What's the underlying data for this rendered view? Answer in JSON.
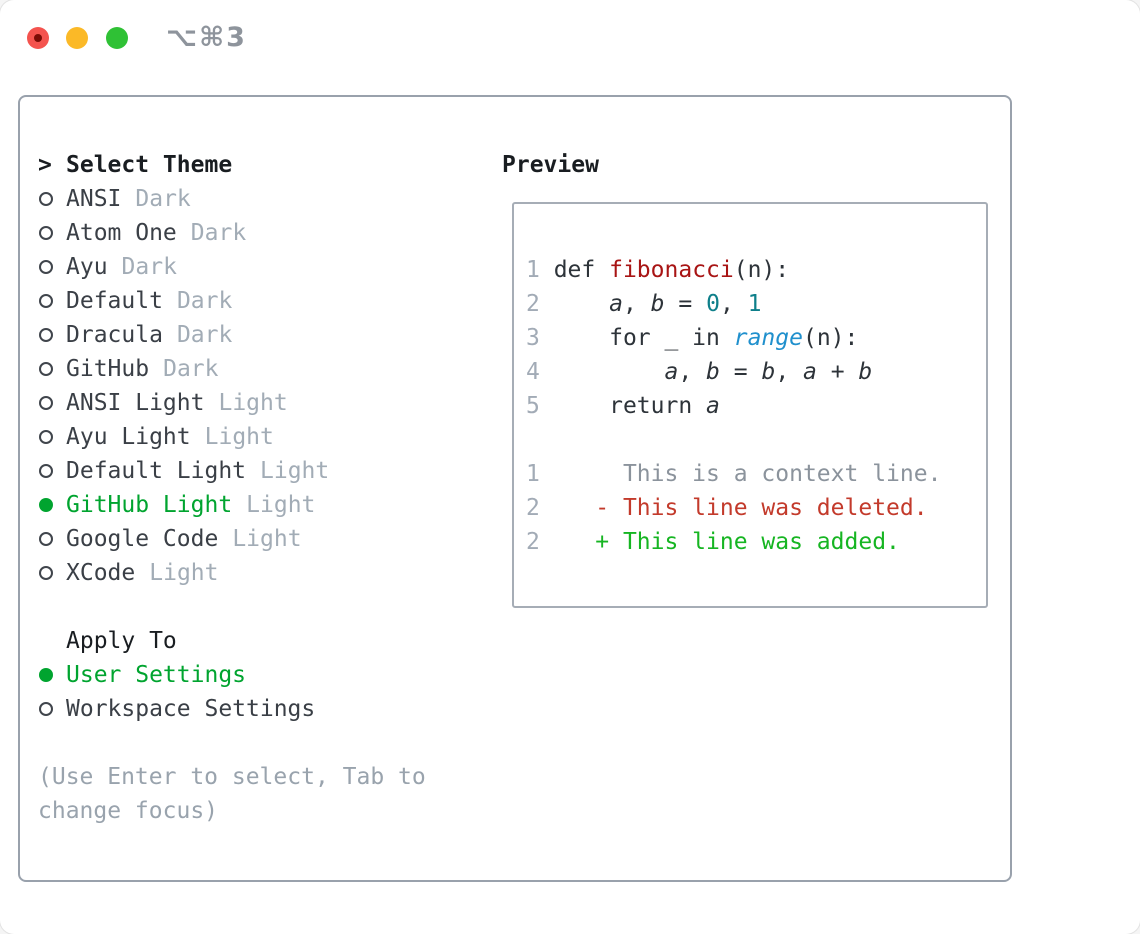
{
  "window": {
    "title": "⌥⌘3",
    "controls": [
      {
        "name": "close",
        "color": "#f4534e"
      },
      {
        "name": "minimize",
        "color": "#fbb927"
      },
      {
        "name": "zoom",
        "color": "#2fc135"
      }
    ]
  },
  "theme_picker": {
    "prompt_marker": ">",
    "title": "Select Theme",
    "items": [
      {
        "name": "ANSI",
        "tag": "Dark",
        "selected": false
      },
      {
        "name": "Atom One",
        "tag": "Dark",
        "selected": false
      },
      {
        "name": "Ayu",
        "tag": "Dark",
        "selected": false
      },
      {
        "name": "Default",
        "tag": "Dark",
        "selected": false
      },
      {
        "name": "Dracula",
        "tag": "Dark",
        "selected": false
      },
      {
        "name": "GitHub",
        "tag": "Dark",
        "selected": false
      },
      {
        "name": "ANSI Light",
        "tag": "Light",
        "selected": false
      },
      {
        "name": "Ayu Light",
        "tag": "Light",
        "selected": false
      },
      {
        "name": "Default Light",
        "tag": "Light",
        "selected": false
      },
      {
        "name": "GitHub Light",
        "tag": "Light",
        "selected": true
      },
      {
        "name": "Google Code",
        "tag": "Light",
        "selected": false
      },
      {
        "name": "XCode",
        "tag": "Light",
        "selected": false
      }
    ],
    "apply_to": {
      "title": "Apply To",
      "options": [
        {
          "name": "User Settings",
          "selected": true
        },
        {
          "name": "Workspace Settings",
          "selected": false
        }
      ]
    },
    "hint": "(Use Enter to select, Tab to change focus)"
  },
  "preview": {
    "title": "Preview",
    "lines": [
      {
        "num": "1",
        "segments": [
          {
            "t": " def ",
            "c": "default"
          },
          {
            "t": "fibonacci",
            "c": "function"
          },
          {
            "t": "(n):",
            "c": "default"
          }
        ]
      },
      {
        "num": "2",
        "segments": [
          {
            "t": "     ",
            "c": "default"
          },
          {
            "t": "a",
            "c": "default",
            "i": true
          },
          {
            "t": ", ",
            "c": "default"
          },
          {
            "t": "b",
            "c": "default",
            "i": true
          },
          {
            "t": " = ",
            "c": "default"
          },
          {
            "t": "0",
            "c": "number"
          },
          {
            "t": ", ",
            "c": "default"
          },
          {
            "t": "1",
            "c": "number"
          }
        ]
      },
      {
        "num": "3",
        "segments": [
          {
            "t": "     for _ in ",
            "c": "default"
          },
          {
            "t": "range",
            "c": "builtin",
            "i": true
          },
          {
            "t": "(n):",
            "c": "default"
          }
        ]
      },
      {
        "num": "4",
        "segments": [
          {
            "t": "         ",
            "c": "default"
          },
          {
            "t": "a",
            "c": "default",
            "i": true
          },
          {
            "t": ", ",
            "c": "default"
          },
          {
            "t": "b",
            "c": "default",
            "i": true
          },
          {
            "t": " = ",
            "c": "default"
          },
          {
            "t": "b",
            "c": "default",
            "i": true
          },
          {
            "t": ", ",
            "c": "default"
          },
          {
            "t": "a",
            "c": "default",
            "i": true
          },
          {
            "t": " + ",
            "c": "default"
          },
          {
            "t": "b",
            "c": "default",
            "i": true
          }
        ]
      },
      {
        "num": "5",
        "segments": [
          {
            "t": "     return ",
            "c": "default"
          },
          {
            "t": "a",
            "c": "default",
            "i": true
          }
        ]
      },
      {
        "num": "",
        "segments": []
      },
      {
        "num": "1",
        "segments": [
          {
            "t": "      This is a context line.",
            "c": "context"
          }
        ]
      },
      {
        "num": "2",
        "segments": [
          {
            "t": "    ",
            "c": "default"
          },
          {
            "t": "- This line was deleted.",
            "c": "deleted"
          }
        ]
      },
      {
        "num": "2",
        "segments": [
          {
            "t": "    ",
            "c": "default"
          },
          {
            "t": "+ This line was added.",
            "c": "added"
          }
        ]
      }
    ]
  },
  "colors": {
    "accent_green": "#00a42f",
    "added": "#16b522",
    "deleted": "#c33a2b",
    "function": "#a81414",
    "number": "#0e7f8a",
    "builtin": "#2090cd",
    "context": "#8b939c",
    "lineno": "#a2abb6",
    "default": "#2d3339",
    "muted_tag": "#a2acb6",
    "hint": "#99a3ad",
    "header_text": "#191d21",
    "item_text": "#3a3f46",
    "title_gray": "#8e949c",
    "close_inner": "#7a0c06"
  }
}
